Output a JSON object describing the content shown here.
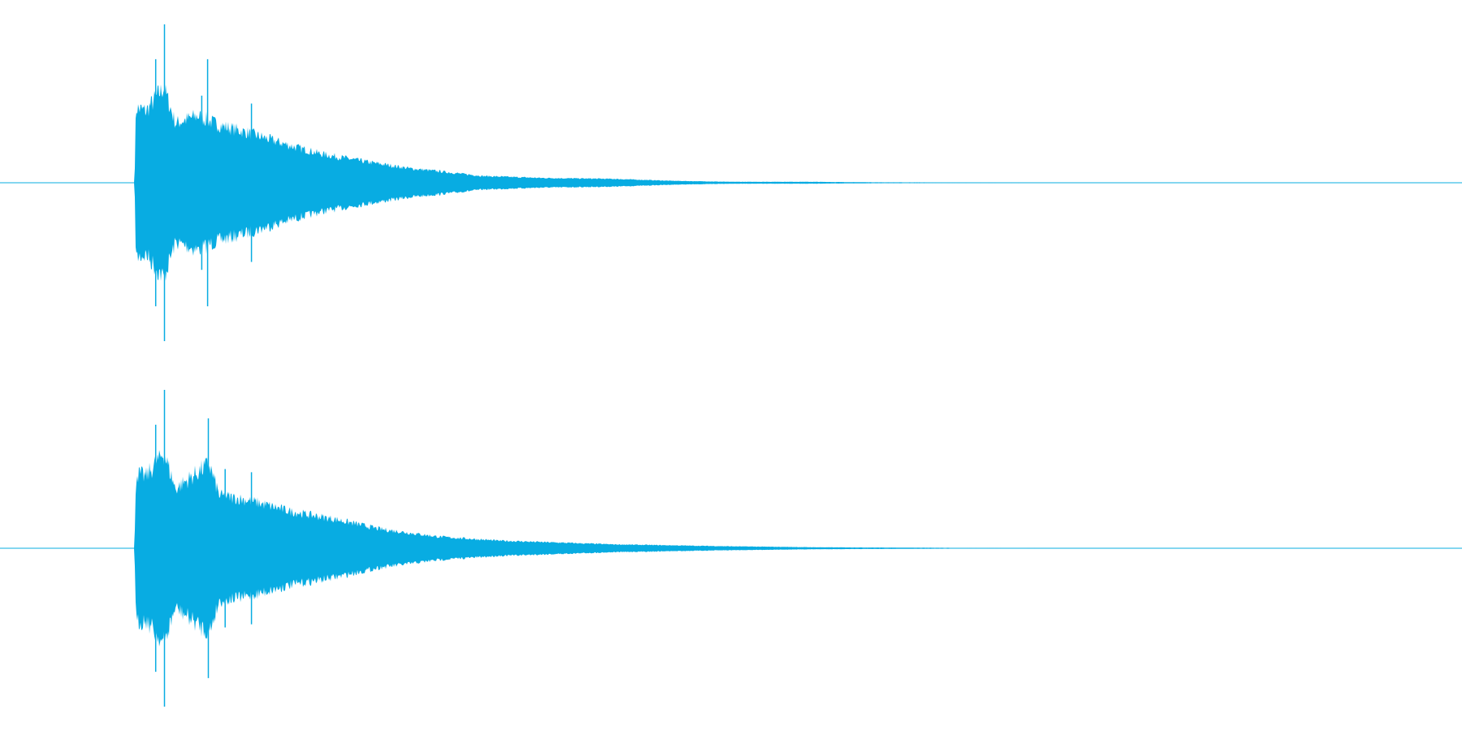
{
  "colors": {
    "waveform": "#08ace2",
    "background": "#ffffff",
    "center_line": "#08ace2"
  },
  "channels": [
    {
      "name": "",
      "envelope": [
        [
          0.0,
          0.0
        ],
        [
          0.092,
          0.0
        ],
        [
          0.093,
          0.78
        ],
        [
          0.1,
          0.75
        ],
        [
          0.112,
          1.0
        ],
        [
          0.12,
          0.62
        ],
        [
          0.135,
          0.7
        ],
        [
          0.15,
          0.6
        ],
        [
          0.17,
          0.52
        ],
        [
          0.2,
          0.38
        ],
        [
          0.22,
          0.3
        ],
        [
          0.25,
          0.22
        ],
        [
          0.28,
          0.15
        ],
        [
          0.3,
          0.12
        ],
        [
          0.33,
          0.07
        ],
        [
          0.37,
          0.05
        ],
        [
          0.42,
          0.04
        ],
        [
          0.46,
          0.02
        ],
        [
          0.5,
          0.01
        ],
        [
          0.55,
          0.01
        ],
        [
          0.6,
          0.005
        ],
        [
          0.68,
          0.003
        ],
        [
          0.7,
          0.0
        ],
        [
          1.0,
          0.0
        ]
      ]
    },
    {
      "name": "",
      "envelope": [
        [
          0.0,
          0.0
        ],
        [
          0.092,
          0.0
        ],
        [
          0.093,
          0.78
        ],
        [
          0.1,
          0.75
        ],
        [
          0.112,
          1.0
        ],
        [
          0.12,
          0.62
        ],
        [
          0.143,
          0.88
        ],
        [
          0.15,
          0.55
        ],
        [
          0.17,
          0.5
        ],
        [
          0.2,
          0.38
        ],
        [
          0.23,
          0.3
        ],
        [
          0.26,
          0.2
        ],
        [
          0.3,
          0.12
        ],
        [
          0.34,
          0.08
        ],
        [
          0.38,
          0.06
        ],
        [
          0.42,
          0.04
        ],
        [
          0.46,
          0.03
        ],
        [
          0.5,
          0.02
        ],
        [
          0.56,
          0.01
        ],
        [
          0.64,
          0.005
        ],
        [
          0.7,
          0.002
        ],
        [
          0.71,
          0.0
        ],
        [
          1.0,
          0.0
        ]
      ]
    }
  ]
}
